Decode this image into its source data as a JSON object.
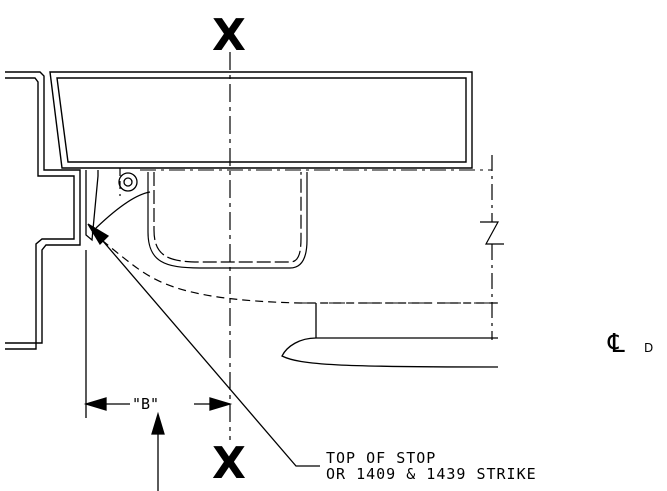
{
  "section_mark_top": "X",
  "section_mark_bottom": "X",
  "dimension_label": "\"B\"",
  "note": {
    "line1": "TOP OF STOP",
    "line2": "OR 1409 & 1439 STRIKE"
  },
  "centerline_symbol": "℄",
  "centerline_suffix": "D"
}
